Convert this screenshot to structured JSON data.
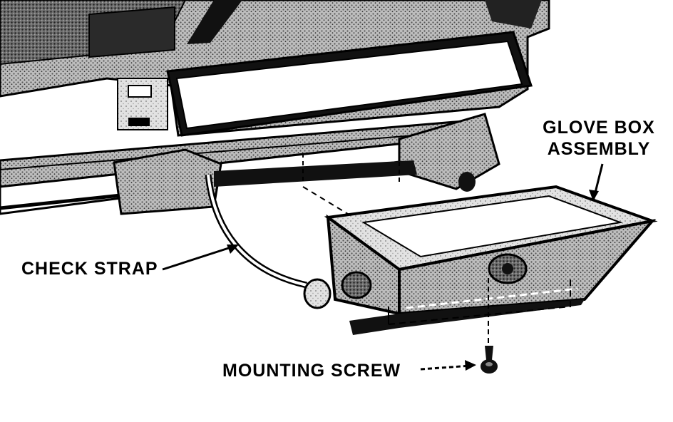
{
  "labels": {
    "glove_box_line1": "GLOVE BOX",
    "glove_box_line2": "ASSEMBLY",
    "check_strap": "CHECK STRAP",
    "mounting_screw": "MOUNTING SCREW"
  },
  "colors": {
    "ink": "#000000",
    "paper": "#ffffff",
    "shade": "#8a8a8a"
  }
}
